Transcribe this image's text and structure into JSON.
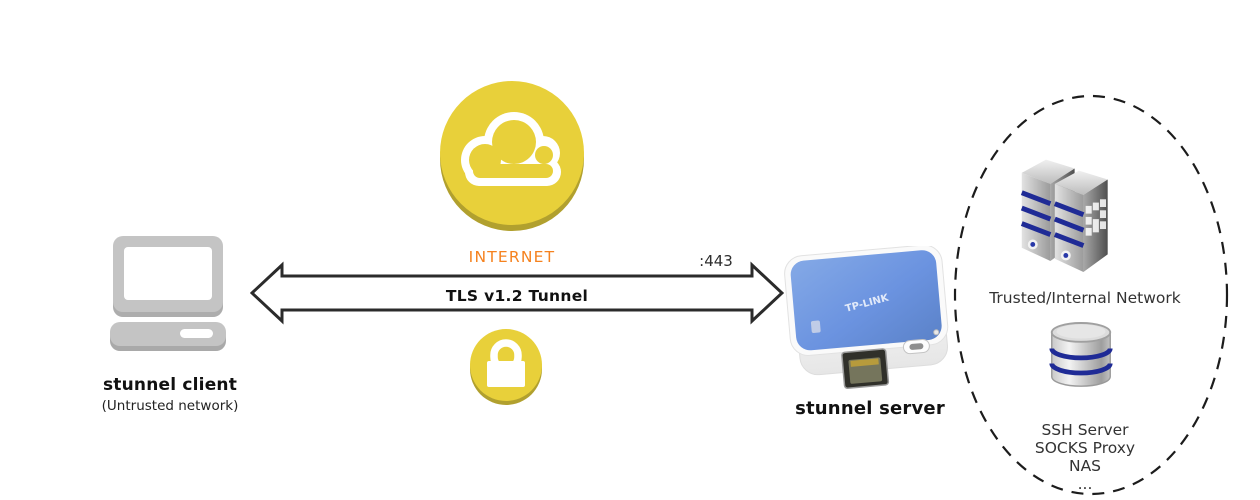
{
  "client": {
    "label": "stunnel client",
    "sublabel": "(Untrusted network)"
  },
  "internet": {
    "label": "INTERNET"
  },
  "tunnel": {
    "label": "TLS v1.2 Tunnel",
    "port": ":443"
  },
  "server": {
    "label": "stunnel server",
    "device_brand": "TP-LINK"
  },
  "trusted_network": {
    "label": "Trusted/Internal Network",
    "services": [
      "SSH Server",
      "SOCKS Proxy",
      "NAS",
      "..."
    ]
  },
  "colors": {
    "accent_yellow": "#e8d03a",
    "yellow_shadow": "#b1a02e",
    "internet_orange": "#f5821f",
    "stripe_navy": "#1f2b96",
    "router_blue": "#6f97dd"
  }
}
